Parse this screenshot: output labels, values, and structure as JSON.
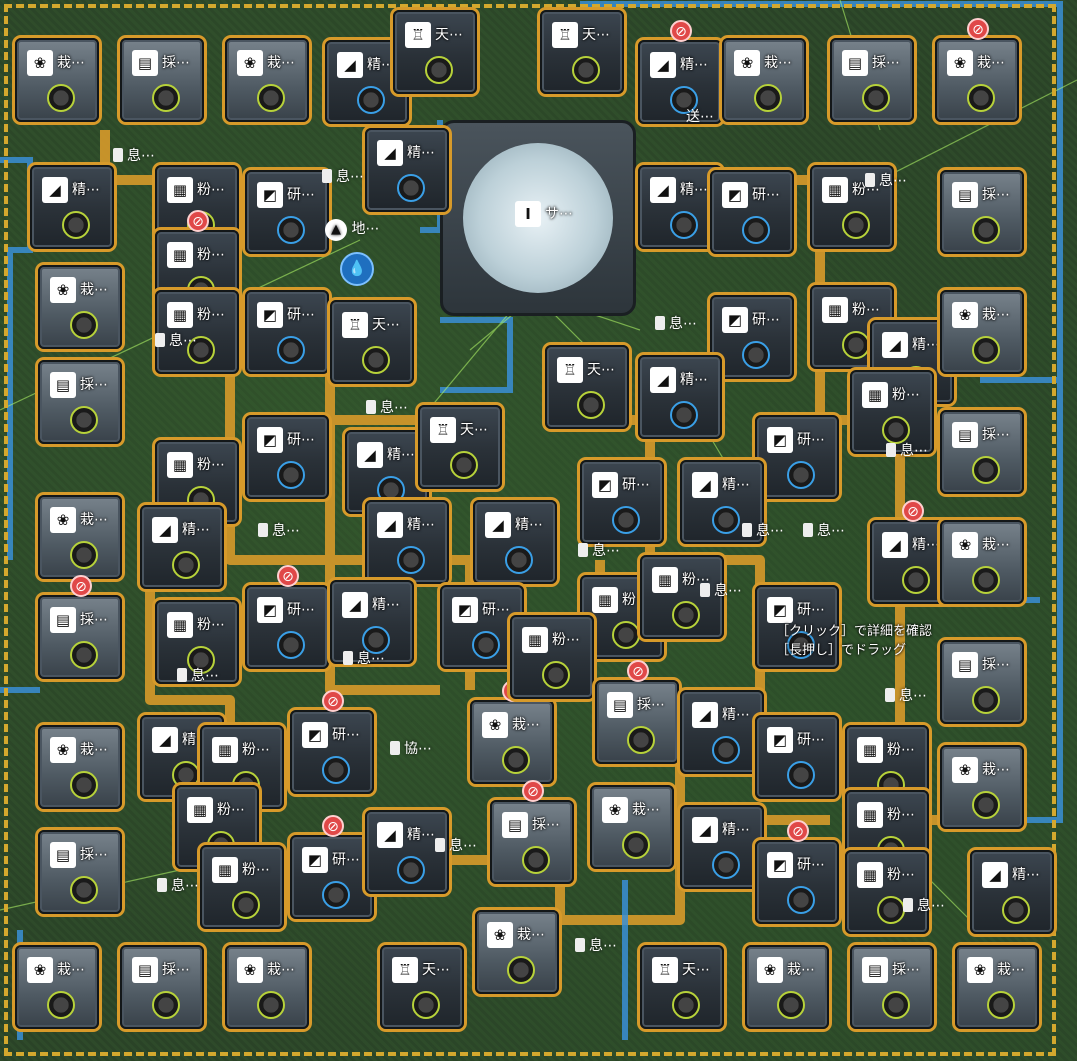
{
  "labels": {
    "cultivator": "栽⋯",
    "harvester": "採⋯",
    "refinery": "精⋯",
    "grinder": "粉⋯",
    "research": "研⋯",
    "rest": "息⋯",
    "celestial": "天⋯",
    "ground": "地⋯",
    "core": "サ⋯",
    "send": "送⋯",
    "cooperate": "協⋯"
  },
  "icons": {
    "cultivator": "plant-icon",
    "harvester": "harvest-icon",
    "refinery": "refine-icon",
    "grinder": "grinder-icon",
    "research": "research-icon",
    "rest": "rest-tower-icon",
    "celestial": "celestial-icon",
    "ground": "ground-icon",
    "core": "core-icon",
    "warning": "prohibited-icon",
    "water": "water-drop-icon"
  },
  "tooltip": {
    "line1": "［クリック］で詳細を確認",
    "line2": "［長押し］でドラッグ"
  },
  "colors": {
    "belt": "#d79a2a",
    "pipe": "#3a8fd6",
    "border": "#d4a82e",
    "warning": "#e04848",
    "port_ok": "#b7d23a",
    "port_input": "#3a9fe6"
  }
}
